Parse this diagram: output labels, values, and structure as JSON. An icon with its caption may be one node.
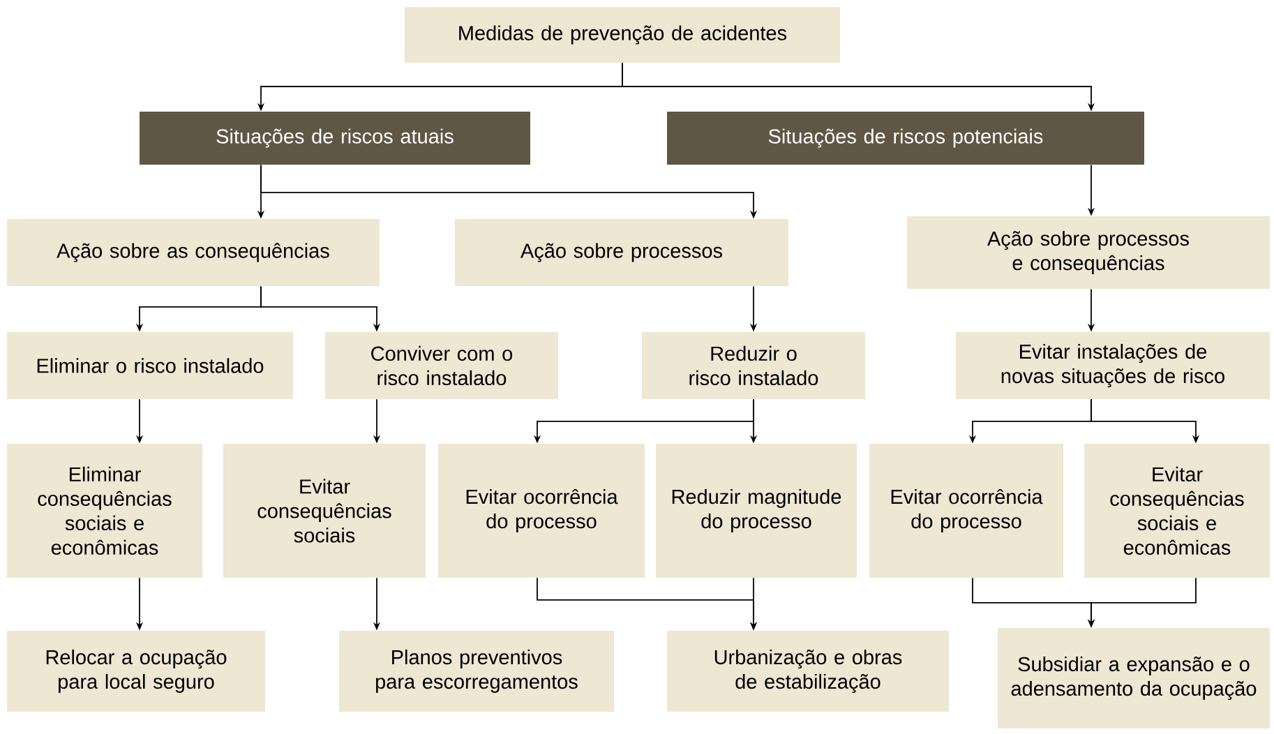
{
  "diagram": {
    "nodes": [
      {
        "text": [
          "Medidas de prevenção de acidentes"
        ]
      },
      {
        "text": [
          "Situações de riscos atuais"
        ]
      },
      {
        "text": [
          "Situações de riscos potenciais"
        ]
      },
      {
        "text": [
          "Ação sobre as consequências"
        ]
      },
      {
        "text": [
          "Ação sobre processos"
        ]
      },
      {
        "text": [
          "Ação sobre processos e consequências"
        ]
      },
      {
        "text": [
          "Eliminar o risco instalado"
        ]
      },
      {
        "text": [
          "Conviver com o risco instalado"
        ]
      },
      {
        "text": [
          "Reduzir o risco instalado"
        ]
      },
      {
        "text": [
          "Evitar instalações de novas situações de risco"
        ]
      },
      {
        "text": [
          "Eliminar consequências sociais e econômicas"
        ]
      },
      {
        "text": [
          "Evitar consequências sociais"
        ]
      },
      {
        "text": [
          "Evitar ocorrência do processo"
        ]
      },
      {
        "text": [
          "Reduzir magnitude do processo"
        ]
      },
      {
        "text": [
          "Evitar ocorrência do processo"
        ]
      },
      {
        "text": [
          "Evitar consequências sociais e econômicas"
        ]
      },
      {
        "text": [
          "Relocar a ocupação para local seguro"
        ]
      },
      {
        "text": [
          "Planos preventivos para escorregamentos"
        ]
      },
      {
        "text": [
          "Urbanização e obras de estabilização"
        ]
      },
      {
        "text": [
          "Subsidiar a expansão e o adensamento da ocupação"
        ]
      }
    ],
    "edges": [
      {
        "from": 0,
        "to": 1,
        "arrow": "to"
      },
      {
        "from": 0,
        "to": 2,
        "arrow": "to"
      },
      {
        "from": 1,
        "to": 3,
        "arrow": "to"
      },
      {
        "from": 1,
        "to": 4,
        "arrow": "to"
      },
      {
        "from": 2,
        "to": 5,
        "arrow": "to"
      },
      {
        "from": 3,
        "to": 6,
        "arrow": "to"
      },
      {
        "from": 3,
        "to": 7,
        "arrow": "to"
      },
      {
        "from": 4,
        "to": 8,
        "arrow": "to"
      },
      {
        "from": 5,
        "to": 9,
        "arrow": "to"
      },
      {
        "from": 6,
        "to": 10,
        "arrow": "to"
      },
      {
        "from": 7,
        "to": 11,
        "arrow": "to"
      },
      {
        "from": 8,
        "to": 12,
        "arrow": "to"
      },
      {
        "from": 8,
        "to": 13,
        "arrow": "to"
      },
      {
        "from": 9,
        "to": 14,
        "arrow": "to"
      },
      {
        "from": 9,
        "to": 15,
        "arrow": "to"
      },
      {
        "from": 10,
        "to": 16,
        "arrow": "to"
      },
      {
        "from": 11,
        "to": 17,
        "arrow": "to"
      },
      {
        "from": 12,
        "to": 18,
        "arrow": "to"
      },
      {
        "from": 13,
        "to": 18,
        "arrow": "to"
      },
      {
        "from": 14,
        "to": 19,
        "arrow": "to"
      },
      {
        "from": 15,
        "to": 19,
        "arrow": "to"
      }
    ]
  }
}
